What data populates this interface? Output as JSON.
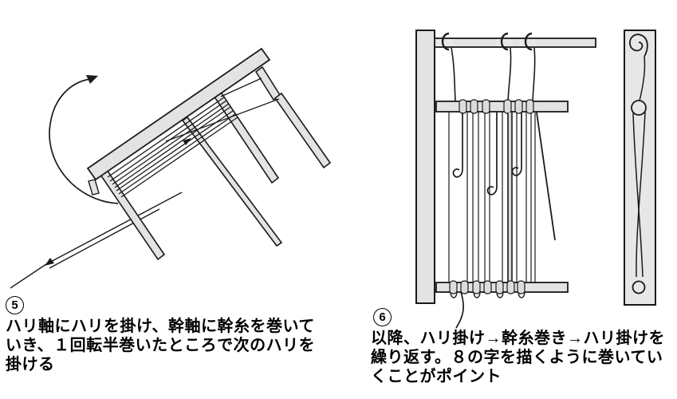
{
  "steps": {
    "step5": {
      "number": "5",
      "lines": [
        "ハリ軸にハリを掛け、幹軸に幹糸を巻いて",
        "いき、１回転半巻いたところで次のハリを",
        "掛ける"
      ]
    },
    "step6": {
      "number": "6",
      "lines": [
        "以降、ハリ掛け→幹糸巻き→ハリ掛けを",
        "繰り返す。８の字を描くように巻いてい",
        "くことがポイント"
      ]
    }
  },
  "colors": {
    "background": "#ffffff",
    "wood_fill": "#e3e3e3",
    "panel_fill": "#e7e7e7",
    "outline": "#1a1a1a",
    "thread": "#2b2b2b"
  }
}
